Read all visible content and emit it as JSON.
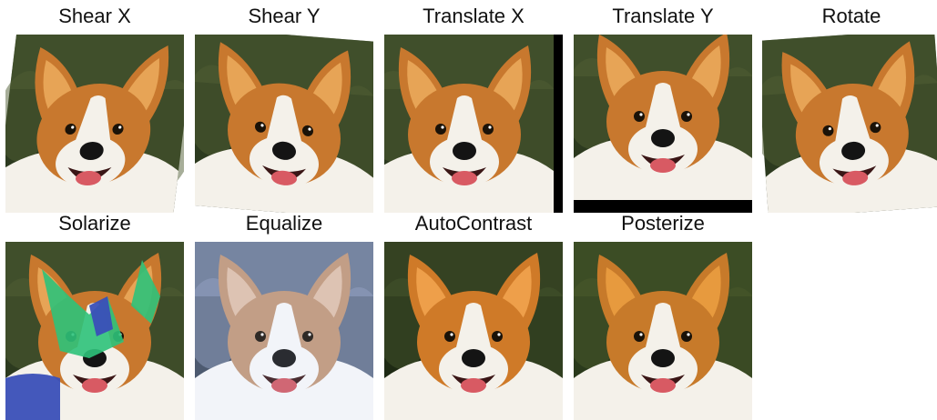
{
  "panels": [
    {
      "label": "Shear X",
      "effect": "shear-x"
    },
    {
      "label": "Shear Y",
      "effect": "shear-y"
    },
    {
      "label": "Translate X",
      "effect": "translate-x"
    },
    {
      "label": "Translate Y",
      "effect": "translate-y"
    },
    {
      "label": "Rotate",
      "effect": "rotate"
    },
    {
      "label": "Solarize",
      "effect": "solarize"
    },
    {
      "label": "Equalize",
      "effect": "equalize"
    },
    {
      "label": "AutoContrast",
      "effect": "autocontrast"
    },
    {
      "label": "Posterize",
      "effect": "posterize"
    }
  ],
  "colors": {
    "fur_orange": "#c8782e",
    "fur_light": "#e7a456",
    "white_fur": "#f4f1ea",
    "background_dark": "#2c3a1f",
    "background_mid": "#4f5e34",
    "nose": "#141414",
    "tongue": "#d85a63",
    "solarize_green": "#2ec27a",
    "solarize_blue": "#3a4fb8",
    "equalize_tint": "#aab6d6"
  }
}
